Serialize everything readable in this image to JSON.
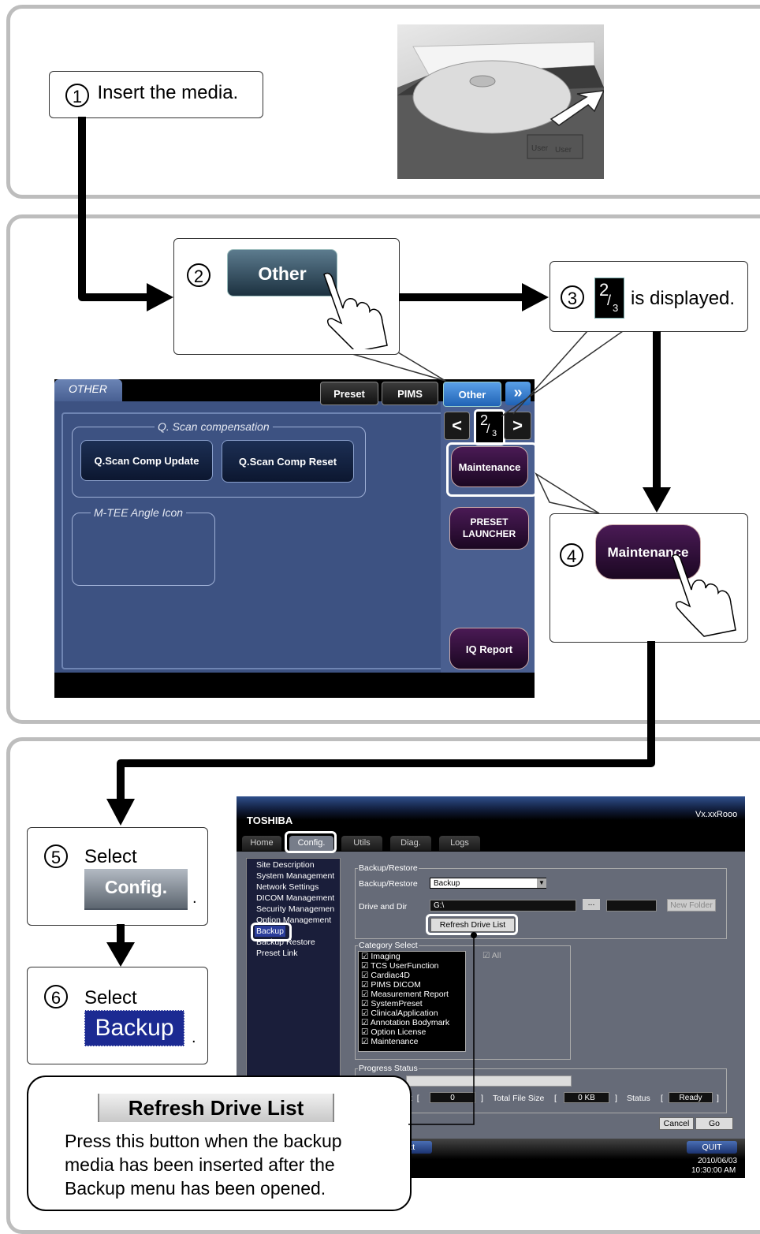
{
  "step1": {
    "num": "1",
    "text": "Insert the media."
  },
  "step2": {
    "num": "2",
    "button": "Other"
  },
  "step3": {
    "num": "3",
    "frac_top": "2",
    "frac_bottom": "3",
    "text": "is displayed."
  },
  "step4": {
    "num": "4",
    "button": "Maintenance"
  },
  "step5": {
    "num": "5",
    "text": "Select",
    "button": "Config.",
    "period": "."
  },
  "step6": {
    "num": "6",
    "text": "Select",
    "button": "Backup",
    "period": "."
  },
  "note": {
    "button": "Refresh Drive List",
    "text": "Press this button when the backup media has been inserted after the Backup menu has been opened."
  },
  "other_screen": {
    "title": "OTHER",
    "tabs": [
      "Preset",
      "PIMS",
      "Other"
    ],
    "page_top": "2",
    "page_bottom": "3",
    "group1_label": "Q. Scan compensation",
    "btn_update": "Q.Scan Comp Update",
    "btn_reset": "Q.Scan Comp Reset",
    "group2_label": "M-TEE Angle Icon",
    "btn_maintenance": "Maintenance",
    "btn_preset1": "PRESET",
    "btn_preset2": "LAUNCHER",
    "btn_iq": "IQ Report"
  },
  "maint_screen": {
    "brand": "TOSHIBA",
    "version": "Vx.xxRooo",
    "tabs": [
      "Home",
      "Config.",
      "Utils",
      "Diag.",
      "Logs"
    ],
    "tree": [
      "Site Description",
      "System Management",
      "Network Settings",
      "DICOM Management",
      "Security Managemen",
      "Option Management",
      "Backup",
      "Backup Restore",
      "Preset Link"
    ],
    "group_backup": "Backup/Restore",
    "lbl_backup_restore": "Backup/Restore",
    "sel_backup": "Backup",
    "lbl_drive": "Drive and Dir",
    "drive_value": "G:\\",
    "btn_browse": "...",
    "btn_new_folder": "New Folder",
    "btn_refresh": "Refresh Drive List",
    "group_category": "Category Select",
    "categories": [
      "Imaging",
      "TCS UserFunction",
      "Cardiac4D",
      "PIMS DICOM",
      "Measurement Report",
      "SystemPreset",
      "ClinicalApplication",
      "Annotation Bodymark",
      "Option License",
      "Maintenance"
    ],
    "all_label": "All",
    "group_progress": "Progress Status",
    "count_tail": "t",
    "count_value": "0",
    "total_label": "Total File Size",
    "total_value": "0 KB",
    "status_label": "Status",
    "status_value": "Ready",
    "btn_cancel": "Cancel",
    "btn_go": "Go",
    "btn_next_tail": "xt",
    "btn_quit": "QUIT",
    "date": "2010/06/03",
    "time": "10:30:00 AM"
  },
  "photo": {
    "labels": [
      "User",
      "User"
    ]
  }
}
